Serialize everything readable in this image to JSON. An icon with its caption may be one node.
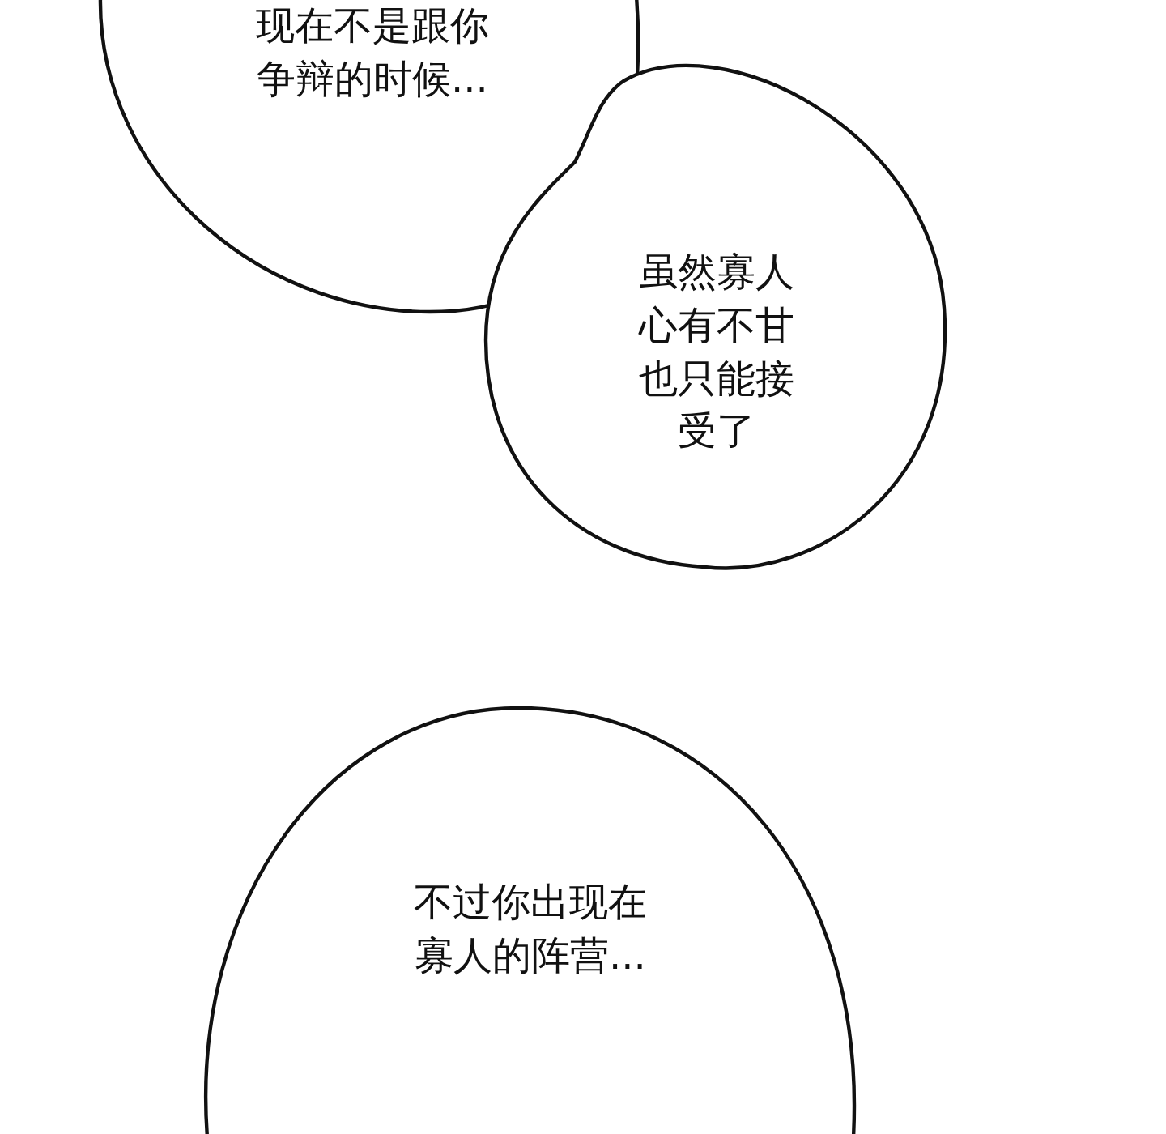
{
  "diagram": {
    "nodes": [
      {
        "text": [
          "现在不是跟你争辩的时候..."
        ]
      },
      {
        "text": [
          "虽然寡人心有不甘也只能接受了"
        ]
      },
      {
        "text": [
          "不过你出现在寡人的阵营..."
        ]
      }
    ]
  }
}
